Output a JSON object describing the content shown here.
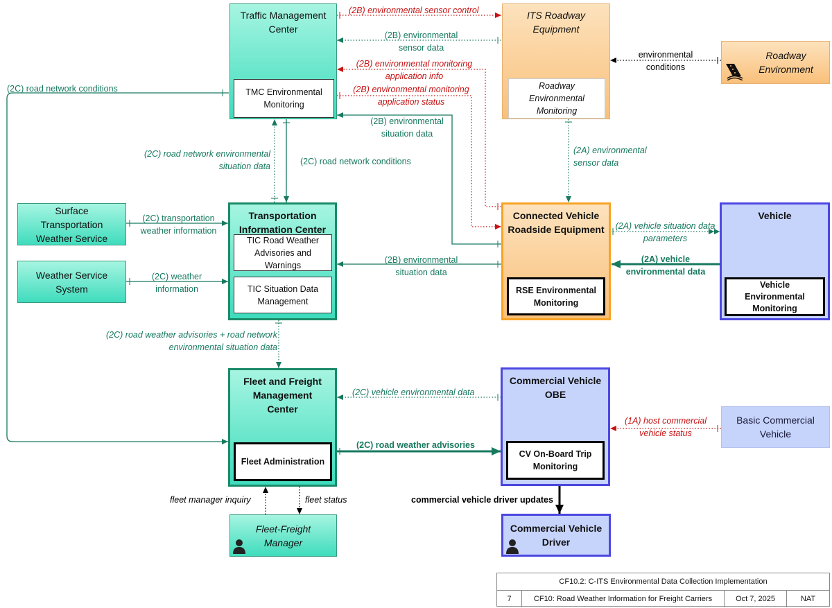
{
  "boxes": {
    "tmc": "Traffic Management Center",
    "tmc_inner": "TMC Environmental Monitoring",
    "its_roadway": "ITS Roadway Equipment",
    "its_inner": "Roadway Environmental Monitoring",
    "roadway_env": "Roadway Environment",
    "surface": "Surface Transportation Weather Service",
    "wss": "Weather Service System",
    "tic": "Transportation Information Center",
    "tic_inner1": "TIC Road Weather Advisories and Warnings",
    "tic_inner2": "TIC Situation Data Management",
    "cvre": "Connected Vehicle Roadside Equipment",
    "cvre_inner": "RSE Environmental Monitoring",
    "vehicle": "Vehicle",
    "vehicle_inner": "Vehicle Environmental Monitoring",
    "ffmc": "Fleet and Freight Management Center",
    "ffmc_inner": "Fleet Administration",
    "cvobe": "Commercial Vehicle OBE",
    "cvobe_inner": "CV On-Board Trip Monitoring",
    "basic_cv": "Basic Commercial Vehicle",
    "ff_manager": "Fleet-Freight Manager",
    "cv_driver": "Commercial Vehicle Driver"
  },
  "flows": {
    "f1": "(2B) environmental sensor control",
    "f2": "(2B) environmental sensor data",
    "f3": "environmental conditions",
    "f4": "(2B) environmental monitoring application info",
    "f5": "(2B) environmental monitoring application status",
    "f6": "(2C) road network conditions",
    "f7": "(2B) environmental situation data",
    "f8": "(2C) road network environmental situation data",
    "f9": "(2C) road network conditions",
    "f10": "(2A) environmental sensor data",
    "f11": "(2C) transportation weather information",
    "f12": "(2A) vehicle situation data parameters",
    "f13": "(2B) environmental situation data",
    "f14": "(2A) vehicle environmental data",
    "f15": "(2C) weather information",
    "f16": "(2C) road weather advisories + road network environmental situation data",
    "f17": "(2C) vehicle environmental data",
    "f18": "(1A) host commercial vehicle status",
    "f19": "(2C) road weather advisories",
    "f20": "fleet manager inquiry",
    "f21": "fleet status",
    "f22": "commercial vehicle driver updates"
  },
  "footer": {
    "title": "CF10.2: C-ITS Environmental Data Collection Implementation",
    "num": "7",
    "name": "CF10: Road Weather Information for Freight Carriers",
    "date": "Oct 7, 2025",
    "tag": "NAT"
  },
  "icons": [
    "road-icon",
    "person-icon"
  ],
  "colors": {
    "flow_teal": "#17795f",
    "flow_red": "#c81414",
    "orange_border": "#f7a326",
    "blue_border": "#4c47e0"
  }
}
